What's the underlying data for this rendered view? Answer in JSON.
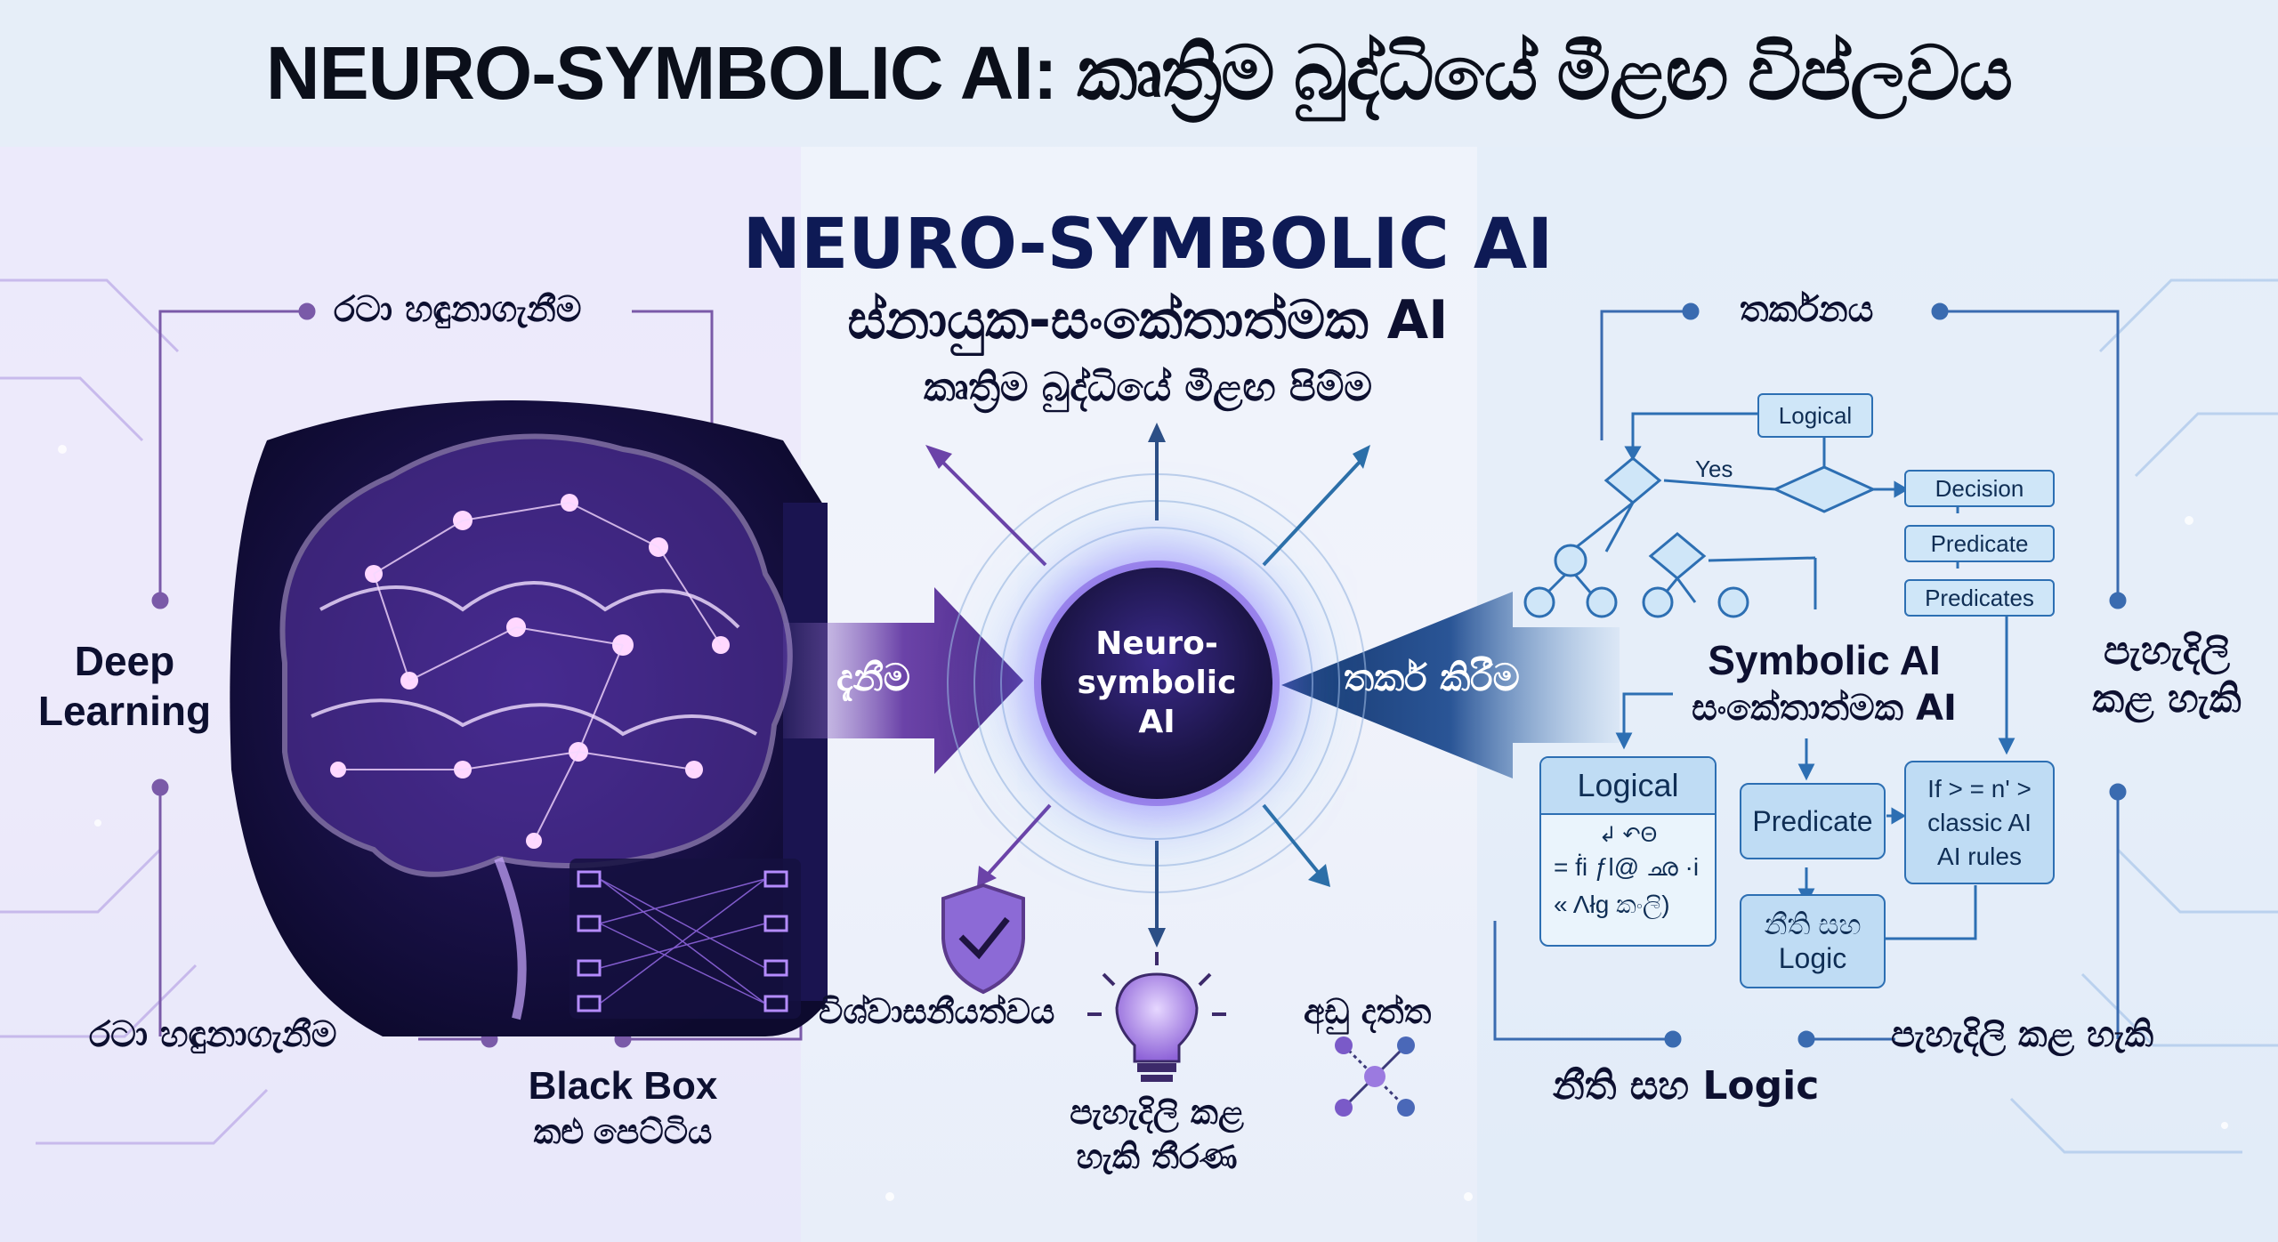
{
  "title": "NEURO-SYMBOLIC AI: කෘත්‍රිම බුද්ධියේ මීළඟ විප්ලවය",
  "center": {
    "heading_en": "NEURO-SYMBOLIC AI",
    "heading_si": "ස්නායුක-සංකේතාත්මක AI",
    "subheading": "කෘත්‍රිම බුද්ධියේ මීළඟ පිම්ම",
    "core_line1": "Neuro-",
    "core_line2": "symbolic",
    "core_line3": "AI",
    "arrow_left_label": "දැනීම",
    "arrow_right_label": "තර්ක කිරීම"
  },
  "left": {
    "top_label": "රටා හඳුනාගැනීම",
    "side_label_line1": "Deep",
    "side_label_line2": "Learning",
    "bottom_label": "රටා හඳුනාගැනීම",
    "blackbox_line1": "Black Box",
    "blackbox_line2": "කළු පෙට්ටිය"
  },
  "bottom_features": {
    "trust": "විශ්වාසනීයත්වය",
    "explainable_line1": "පැහැදිලි කළ",
    "explainable_line2": "හැකි තීරණ",
    "less_data": "අඩු දත්ත"
  },
  "right": {
    "top_label": "තර්කනය",
    "side_label_line1": "පැහැදිලි",
    "side_label_line2": "කළ හැකි",
    "bottom_right_label": "පැහැදිලි කළ හැකි",
    "bottom_label": "නීති සහ Logic",
    "symbolic_en": "Symbolic AI",
    "symbolic_si": "සංකේතාත්මක AI",
    "flow": {
      "logical": "Logical",
      "yes": "Yes",
      "decision": "Decision",
      "predicate": "Predicate",
      "predicates": "Predicates"
    },
    "logical_card": {
      "head": "Logical",
      "line0": "↲  ↶Θ",
      "line1": "= ḟi  ƒl@ ഛ ·i",
      "line2": "« Λłg කංලි)"
    },
    "predicate_box": "Predicate",
    "rules_box_line1": "If > = n' >",
    "rules_box_line2": "classic AI",
    "rules_box_line3": "AI rules",
    "rules_logic_line1": "නීති සහ",
    "rules_logic_line2": "Logic"
  },
  "colors": {
    "purple": "#5b3a8c",
    "navy": "#1e3f78",
    "blue_box": "#cfe6f8",
    "blue_border": "#2d6fb3"
  },
  "icons": [
    "shield-check-icon",
    "lightbulb-icon",
    "network-icon",
    "brain-icon",
    "neural-net-icon",
    "decision-tree-icon"
  ]
}
